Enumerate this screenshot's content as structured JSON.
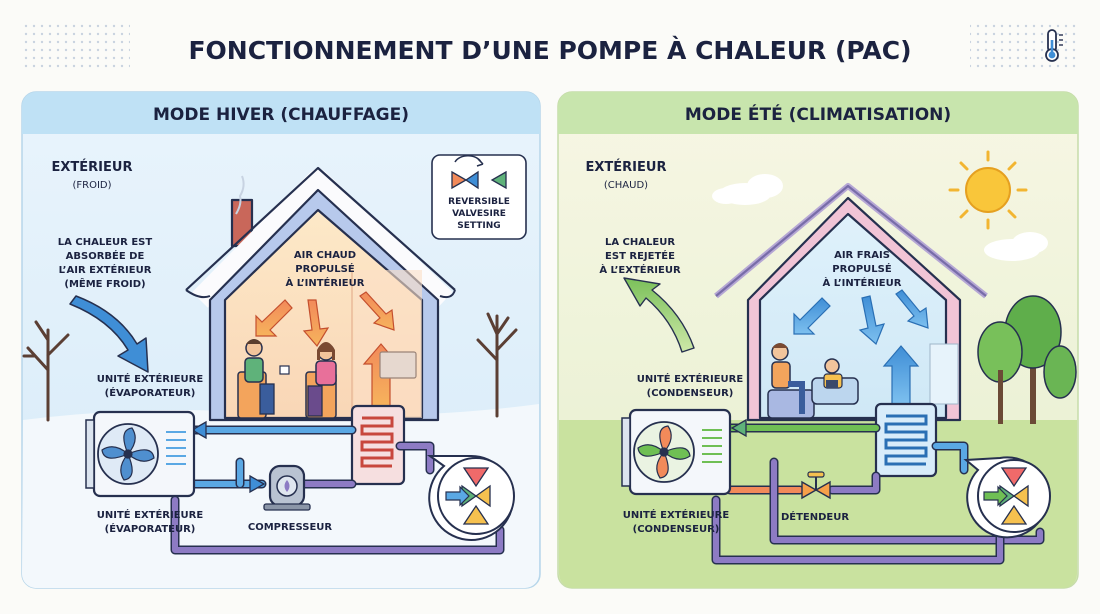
{
  "title": "FONCTIONNEMENT D’UNE POMPE À CHALEUR (PAC)",
  "icons": {
    "header": "thermometer-icon"
  },
  "winter": {
    "header": "MODE HIVER (CHAUFFAGE)",
    "exterior_title": "EXTÉRIEUR",
    "exterior_sub": "(FROID)",
    "absorb_text": [
      "LA CHALEUR EST",
      "ABSORBÉE DE",
      "L’AIR EXTÉRIEUR",
      "(MÊME FROID)"
    ],
    "indoor_text": [
      "AIR CHAUD",
      "PROPULSÉ",
      "À L’INTÉRIEUR"
    ],
    "valve_card": [
      "REVERSIBLE",
      "VALVESIRE",
      "SETTING"
    ],
    "unit_label_top": [
      "UNITÉ EXTÉRIEURE",
      "(ÉVAPORATEUR)"
    ],
    "unit_label_bottom": [
      "UNITÉ EXTÉRIEURE",
      "(ÉVAPORATEUR)"
    ],
    "compressor": "COMPRESSEUR",
    "colors": {
      "panel": "#e4f2fb",
      "header": "#bfe1f5"
    }
  },
  "summer": {
    "header": "MODE ÉTÉ (CLIMATISATION)",
    "exterior_title": "EXTÉRIEUR",
    "exterior_sub": "(CHAUD)",
    "reject_text": [
      "LA CHALEUR",
      "EST REJETÉE",
      "À L’EXTÉRIEUR"
    ],
    "indoor_text": [
      "AIR FRAIS",
      "PROPULSÉ",
      "À L’INTÉRIEUR"
    ],
    "unit_label_top": [
      "UNITÉ EXTÉRIEURE",
      "(CONDENSEUR)"
    ],
    "unit_label_bottom": [
      "UNITÉ EXTÉRIEURE",
      "(CONDENSEUR)"
    ],
    "expansion": "DÉTENDEUR",
    "colors": {
      "panel": "#eef5e2",
      "header": "#c8e5ad"
    }
  }
}
